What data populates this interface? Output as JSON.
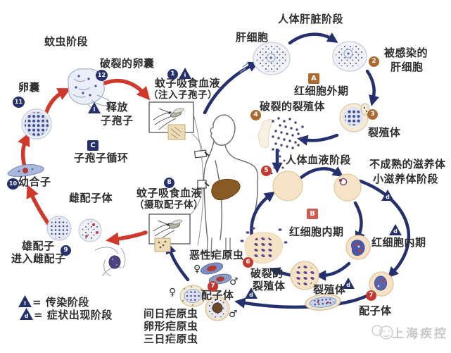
{
  "colors": {
    "navy": "#25306e",
    "red": "#d0382b",
    "brown": "#ad6a2e",
    "badge_red": "#c4372e",
    "badge_b": "#cf5a52",
    "watermark": "#c9c9c9"
  },
  "marks": {
    "i": "i",
    "d": "d"
  },
  "phases": {
    "a": "A",
    "b": "B",
    "c": "C"
  },
  "steps": {
    "n1": "1",
    "n2": "2",
    "n3": "3",
    "n4": "4",
    "n5": "5",
    "n6": "6",
    "n7": "7",
    "n8": "8",
    "n9": "9",
    "n10": "10",
    "n11": "11",
    "n12": "12"
  },
  "symbols": {
    "female": "♀",
    "male": "♂"
  },
  "mosquito_stage": {
    "title": "蚊虫阶段",
    "ruptured_oocyst": "破裂的卵囊",
    "oocyst": "卵囊",
    "release_line1": "释放",
    "release_line2": "子孢子",
    "cycle_label": "子孢子循环",
    "ookinete": "幼合子",
    "female_gametocyte": "雌配子体",
    "male_line1": "雄配子",
    "male_line2": "进入雌配子"
  },
  "bite_inject": {
    "line1": "蚊子吸食血液",
    "line2": "（注入子孢子）"
  },
  "bite_ingest": {
    "line1": "蚊子吸食血液",
    "line2": "（摄取配子体）"
  },
  "liver_stage": {
    "title": "人体肝脏阶段",
    "liver_cell": "肝细胞",
    "infected_line1": "被感染的",
    "infected_line2": "肝细胞",
    "phase_label": "红细胞外期",
    "ruptured_schizont": "破裂的裂殖体",
    "schizont": "裂殖体"
  },
  "blood_stage": {
    "title": "人体血液阶段",
    "immature_line1": "不成熟的滋养体",
    "immature_line2": "小滋养体阶段",
    "phase_label": "红细胞内期",
    "phase_label_right": "红细胞内期",
    "ruptured_line1": "破裂的",
    "ruptured_line2": "裂殖体",
    "schizont": "裂殖体",
    "gametocyte": "配子体"
  },
  "falciparum": {
    "name": "恶性疟原虫",
    "gametocyte": "配子体"
  },
  "species": {
    "line1": "间日疟原虫",
    "line2": "卵形疟原虫",
    "line3": "三日疟原虫"
  },
  "legend": {
    "infective": "= 传染阶段",
    "diagnostic": "= 症状出现阶段"
  },
  "watermark": {
    "text": "上海疾控"
  }
}
